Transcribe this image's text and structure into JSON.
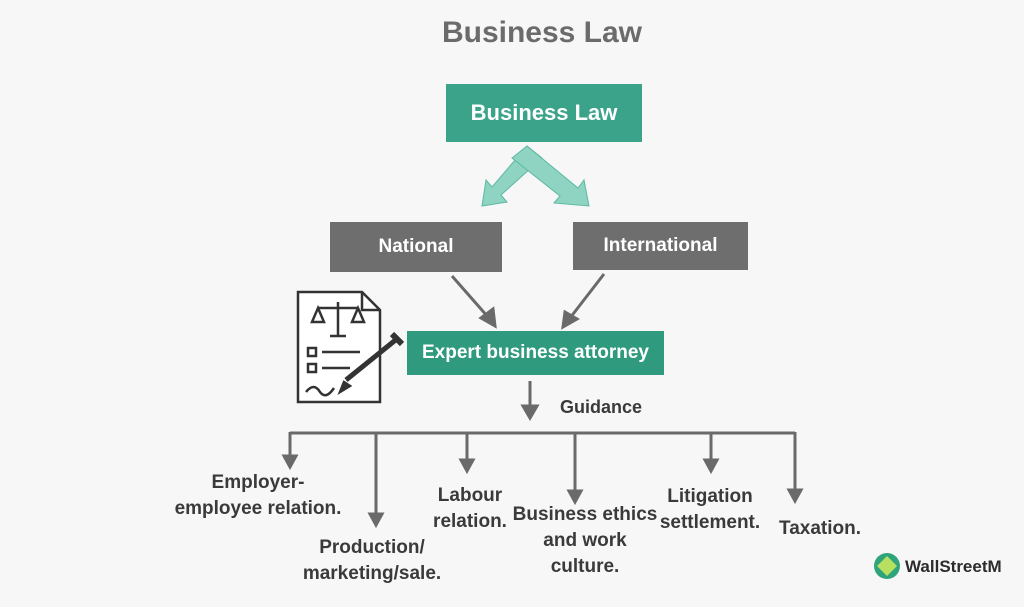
{
  "title": "Business Law",
  "nodes": {
    "root": "Business Law",
    "national": "National",
    "international": "International",
    "expert": "Expert business attorney",
    "guidance": "Guidance"
  },
  "branches": [
    {
      "line1": "Employer-",
      "line2": "employee relation."
    },
    {
      "line1": "Production/",
      "line2": "marketing/sale."
    },
    {
      "line1": "Labour",
      "line2": "relation."
    },
    {
      "line1": "Business ethics",
      "line2": "and work",
      "line3": "culture."
    },
    {
      "line1": "Litigation",
      "line2": "settlement."
    },
    {
      "line1": "Taxation."
    }
  ],
  "watermark": "WallStreetM",
  "colors": {
    "teal": "#3aa389",
    "teal_light": "#8fd3c2",
    "gray_box": "#6e6e6e",
    "connector": "#6a6a6a"
  },
  "icon": "legal-document-scale-icon"
}
